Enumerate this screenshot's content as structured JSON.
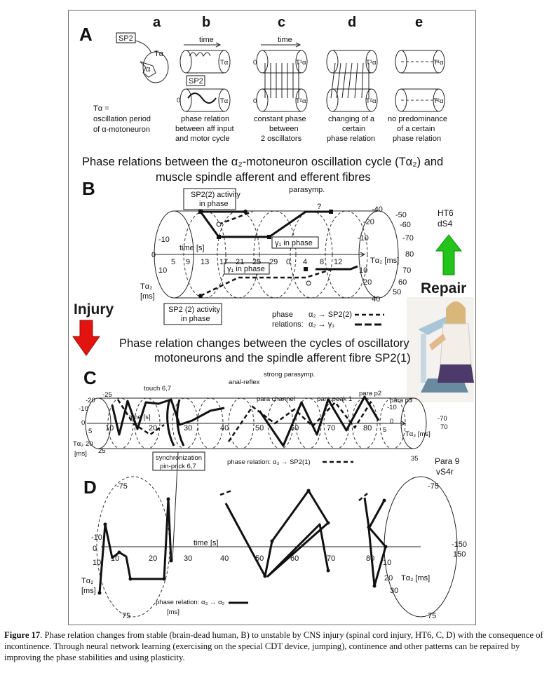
{
  "panel_a": {
    "letter": "A",
    "columns": [
      "a",
      "b",
      "c",
      "d",
      "e"
    ],
    "sp2": "SP2",
    "t_alpha": "Tα",
    "alpha": "α",
    "t_def_1": "Tα =",
    "t_def_2": "oscillation period",
    "t_def_3": "of α-motoneuron",
    "time": "time",
    "zero": "0",
    "t1": "T¹α",
    "t2": "T²α",
    "b_cap": [
      "phase relation",
      "between aff input",
      "and motor cycle"
    ],
    "c_cap": [
      "constant phase",
      "between",
      "2 oscillators"
    ],
    "d_cap": [
      "changing of a",
      "certain",
      "phase relation"
    ],
    "e_cap": [
      "no predominance",
      "of a certain",
      "phase relation"
    ]
  },
  "panel_b": {
    "letter": "B",
    "heading_1": "Phase relations between the α₂-motoneuron oscillation cycle (Tα₂) and",
    "heading_2": "muscle spindle afferent and efferent fibres",
    "box_top_1": "SP2(2) activity",
    "box_top_2": "in phase",
    "box_bottom_1": "SP2 (2) activity",
    "box_bottom_2": "in phase",
    "gamma_in_phase": "γ₁ in phase",
    "parasymp": "parasymp.",
    "question": "?",
    "time_s": "time [s]",
    "x_ticks": [
      "5",
      "9",
      "13",
      "17",
      "21",
      "25",
      "29",
      "0",
      "4",
      "8",
      "12"
    ],
    "left_ticks": [
      "-10",
      "0",
      "10"
    ],
    "right_ticks_left": [
      "-40",
      "-20",
      "-10",
      "10",
      "20",
      "40"
    ],
    "right_ticks_right": [
      "-50",
      "-60",
      "-70",
      "80",
      "70",
      "60",
      "50"
    ],
    "t_alpha2_ms": "Tα₂ [ms]",
    "t_alpha2": "Tα₂",
    "ms": "[ms]",
    "legend_phase": "phase",
    "legend_relations": "relations:",
    "legend_sp2": "α₂ → SP2(2)",
    "legend_gamma": "α₂ → γ₁",
    "ht6": "HT6",
    "ds4": "dS4",
    "repair": "Repair",
    "injury": "Injury"
  },
  "panel_c": {
    "letter": "C",
    "heading_1": "Phase relation changes between the cycles of oscillatory",
    "heading_2": "motoneurons and the spindle afferent fibre SP2(1)",
    "strong_parasymp": "strong parasymp.",
    "anal_reflex": "anal-reflex",
    "touch": "touch 6,7",
    "para_channel": "para channel",
    "para_peak": "para peak 1",
    "para_p2": "para p2",
    "para_p3": "para p3",
    "time_s": "time [s]",
    "x_ticks": [
      "10",
      "20",
      "30",
      "40",
      "50",
      "60",
      "70",
      "80"
    ],
    "left_ticks": [
      "-25",
      "-20",
      "-10",
      "0",
      "5",
      "20",
      "25"
    ],
    "right_ticks": [
      "-10",
      "0",
      "5",
      "-70",
      "70",
      "35"
    ],
    "t3_ms": "Tα₃ [ms]",
    "t3_left": "Tα₃",
    "ms": "[ms]",
    "sync_1": "synchronization",
    "sync_2": "pin-prick 6,7",
    "legend": "phase relation: α₃ → SP2(1)",
    "para9": "Para 9",
    "vs4r": "vS4r"
  },
  "panel_d": {
    "letter": "D",
    "time_s": "time [s]",
    "x_ticks": [
      "10",
      "20",
      "30",
      "40",
      "50",
      "60",
      "70",
      "80"
    ],
    "left_ticks": [
      "-75",
      "-10",
      "0",
      "10",
      "75"
    ],
    "right_ticks": [
      "-75",
      "-150",
      "150",
      "10",
      "20",
      "30",
      "75"
    ],
    "t2_ms": "Tα₂ [ms]",
    "t2_left": "Tα₂",
    "ms": "[ms]",
    "legend": "phase relation: α₃ → α₂",
    "legend_ms": "[ms]"
  },
  "caption": {
    "label": "Figure 17",
    "text": ". Phase relation changes from stable (brain-dead human, B) to unstable by CNS injury (spinal cord injury, HT6, C, D) with the consequence of incontinence. Through neural network learning (exercising on the special CDT device, jumping), continence and other patterns can be repaired by improving the phase stabilities and using plasticity."
  },
  "colors": {
    "arrow_up": "#22c41a",
    "arrow_down": "#e3140f",
    "frame": "#6f6f6f"
  }
}
